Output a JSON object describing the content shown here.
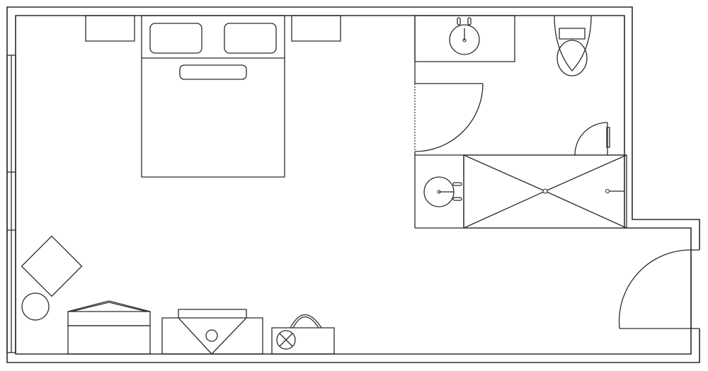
{
  "floor_plan": {
    "type": "hotel room floor plan",
    "rooms": [
      "bedroom",
      "bathroom",
      "entry"
    ],
    "bedroom_items": [
      "double-bed",
      "pillows",
      "nightstands",
      "armchair",
      "side-table",
      "dresser",
      "corner-desk",
      "stool",
      "luggage-rack"
    ],
    "bathroom_items": [
      "toilet",
      "wall-sink",
      "corner-sink",
      "bathtub",
      "tub-drain",
      "tub-faucet"
    ],
    "doors": [
      "entry-door",
      "bathroom-door",
      "cabinet-door"
    ],
    "windows": [
      "left-window"
    ],
    "text_labels": []
  }
}
